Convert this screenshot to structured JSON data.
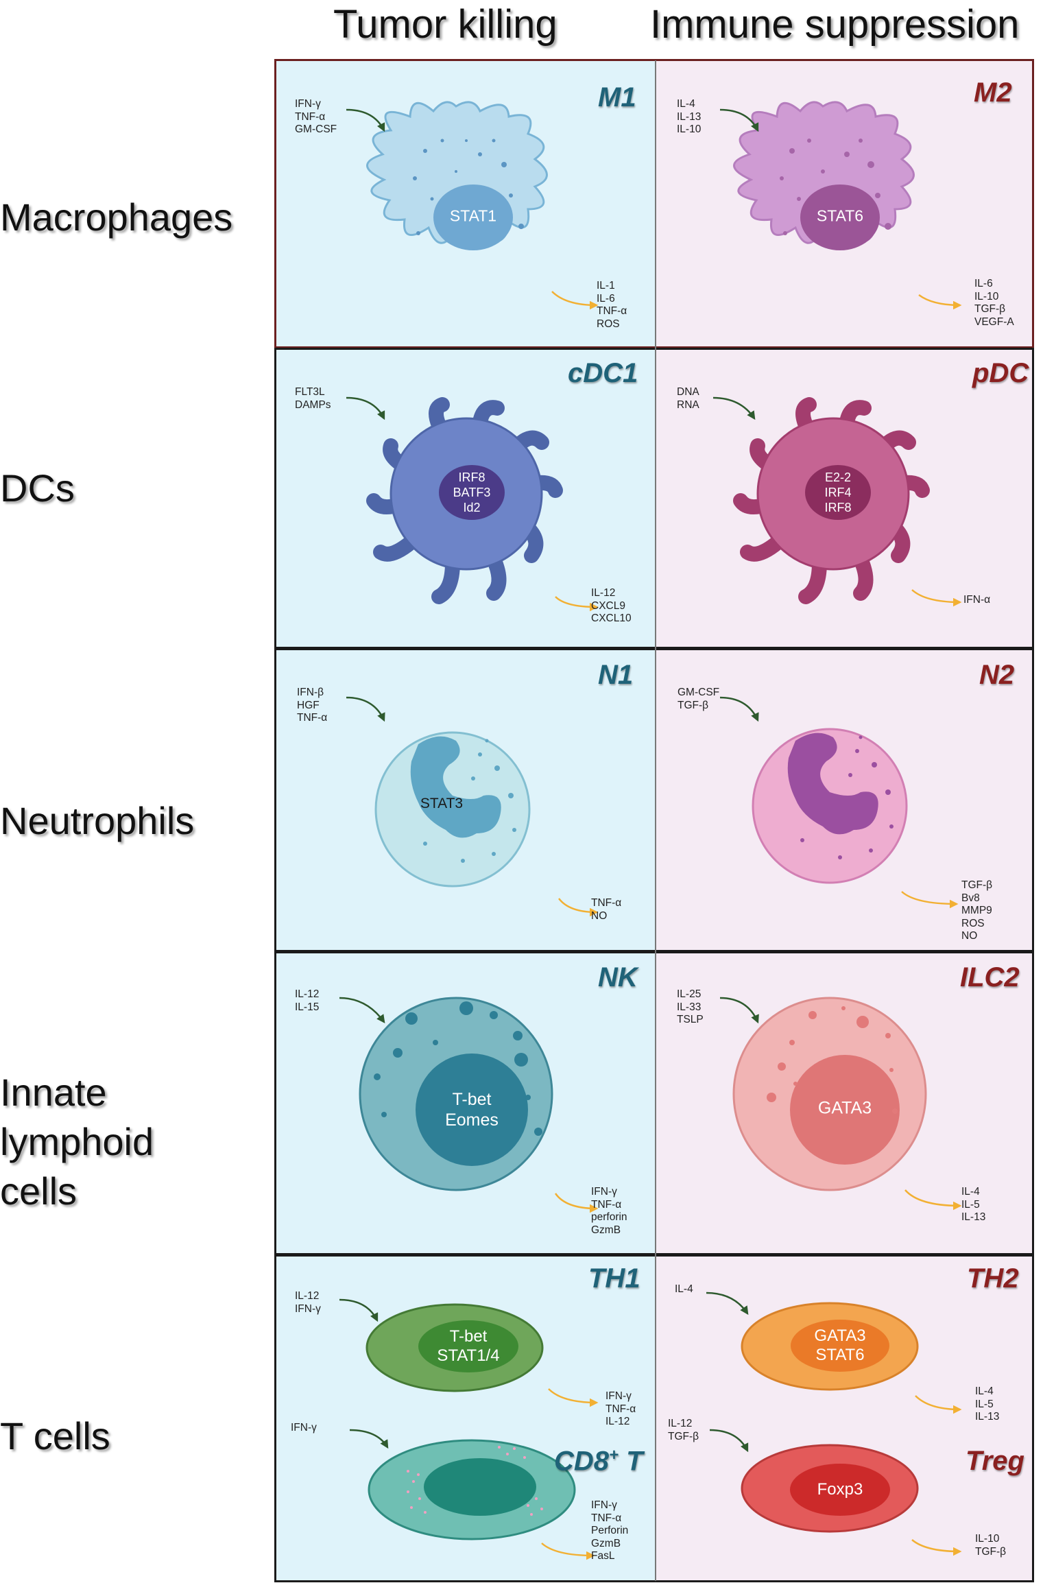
{
  "columns": {
    "left": "Tumor killing",
    "right": "Immune suppression"
  },
  "rows": {
    "macrophages": {
      "label": [
        "Macrophages"
      ],
      "tk": {
        "title": "M1",
        "inputs": [
          "IFN-γ",
          "TNF-α",
          "GM-CSF"
        ],
        "nucleus": [
          "STAT1"
        ],
        "outputs": [
          "IL-1",
          "IL-6",
          "TNF-α",
          "ROS"
        ]
      },
      "is": {
        "title": "M2",
        "inputs": [
          "IL-4",
          "IL-13",
          "IL-10"
        ],
        "nucleus": [
          "STAT6"
        ],
        "outputs": [
          "IL-6",
          "IL-10",
          "TGF-β",
          "VEGF-A"
        ]
      }
    },
    "dcs": {
      "label": [
        "DCs"
      ],
      "tk": {
        "title": "cDC1",
        "inputs": [
          "FLT3L",
          "DAMPs"
        ],
        "nucleus": [
          "IRF8",
          "BATF3",
          "Id2"
        ],
        "outputs": [
          "IL-12",
          "CXCL9",
          "CXCL10"
        ]
      },
      "is": {
        "title": "pDC",
        "inputs": [
          "DNA",
          "RNA"
        ],
        "nucleus": [
          "E2-2",
          "IRF4",
          "IRF8"
        ],
        "outputs": [
          "IFN-α"
        ]
      }
    },
    "neutrophils": {
      "label": [
        "Neutrophils"
      ],
      "tk": {
        "title": "N1",
        "inputs": [
          "IFN-β",
          "HGF",
          "TNF-α"
        ],
        "nucleus": [
          "STAT3"
        ],
        "outputs": [
          "TNF-α",
          "NO"
        ]
      },
      "is": {
        "title": "N2",
        "inputs": [
          "GM-CSF",
          "TGF-β"
        ],
        "outputs": [
          "TGF-β",
          "Bv8",
          "MMP9",
          "ROS",
          "NO"
        ]
      }
    },
    "ilc": {
      "label": [
        "Innate",
        "lymphoid",
        "cells"
      ],
      "tk": {
        "title": "NK",
        "inputs": [
          "IL-12",
          "IL-15"
        ],
        "nucleus": [
          "T-bet",
          "Eomes"
        ],
        "outputs": [
          "IFN-γ",
          "TNF-α",
          "perforin",
          "GzmB"
        ]
      },
      "is": {
        "title": "ILC2",
        "inputs": [
          "IL-25",
          "IL-33",
          "TSLP"
        ],
        "nucleus": [
          "GATA3"
        ],
        "outputs": [
          "IL-4",
          "IL-5",
          "IL-13"
        ]
      }
    },
    "tcells": {
      "label": [
        "T cells"
      ],
      "th1": {
        "title": "TH1",
        "inputs": [
          "IL-12",
          "IFN-γ"
        ],
        "nucleus": [
          "T-bet",
          "STAT1/4"
        ],
        "outputs": [
          "IFN-γ",
          "TNF-α",
          "IL-12"
        ]
      },
      "cd8": {
        "title": "CD8",
        "title_sup": "+",
        "title_tail": " T",
        "inputs": [
          "IFN-γ"
        ],
        "outputs": [
          "IFN-γ",
          "TNF-α",
          "Perforin",
          "GzmB",
          "FasL"
        ]
      },
      "th2": {
        "title": "TH2",
        "inputs": [
          "IL-4"
        ],
        "nucleus": [
          "GATA3",
          "STAT6"
        ],
        "outputs": [
          "IL-4",
          "IL-5",
          "IL-13"
        ]
      },
      "treg": {
        "title": "Treg",
        "inputs": [
          "IL-12",
          "TGF-β"
        ],
        "nucleus": [
          "Foxp3"
        ],
        "outputs": [
          "IL-10",
          "TGF-β"
        ]
      }
    }
  },
  "colors": {
    "tk_panel": "#dff3fa",
    "is_panel": "#f5ebf4",
    "tk_title": "#1f6278",
    "is_title": "#8a2020",
    "input_arrow": "#2e5a2e",
    "output_arrow": "#f2b033"
  }
}
